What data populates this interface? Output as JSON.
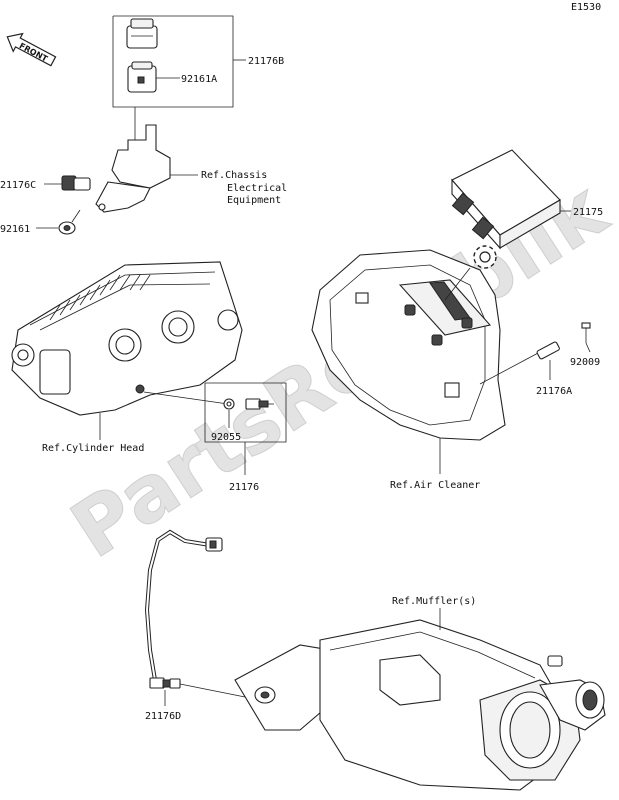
{
  "diagram_code": "E1530",
  "front_label": "FRONT",
  "watermark": "PartsRepublik",
  "labels": {
    "p21176B": "21176B",
    "p92161A": "92161A",
    "p21176C": "21176C",
    "p92161": "92161",
    "ref_chassis_1": "Ref.Chassis",
    "ref_chassis_2": "Electrical",
    "ref_chassis_3": "Equipment",
    "p21175": "21175",
    "p92009": "92009",
    "p21176A": "21176A",
    "ref_cylinder_head": "Ref.Cylinder Head",
    "p92055": "92055",
    "p21176": "21176",
    "ref_air_cleaner": "Ref.Air Cleaner",
    "ref_muffler": "Ref.Muffler(s)",
    "p21176D": "21176D"
  }
}
